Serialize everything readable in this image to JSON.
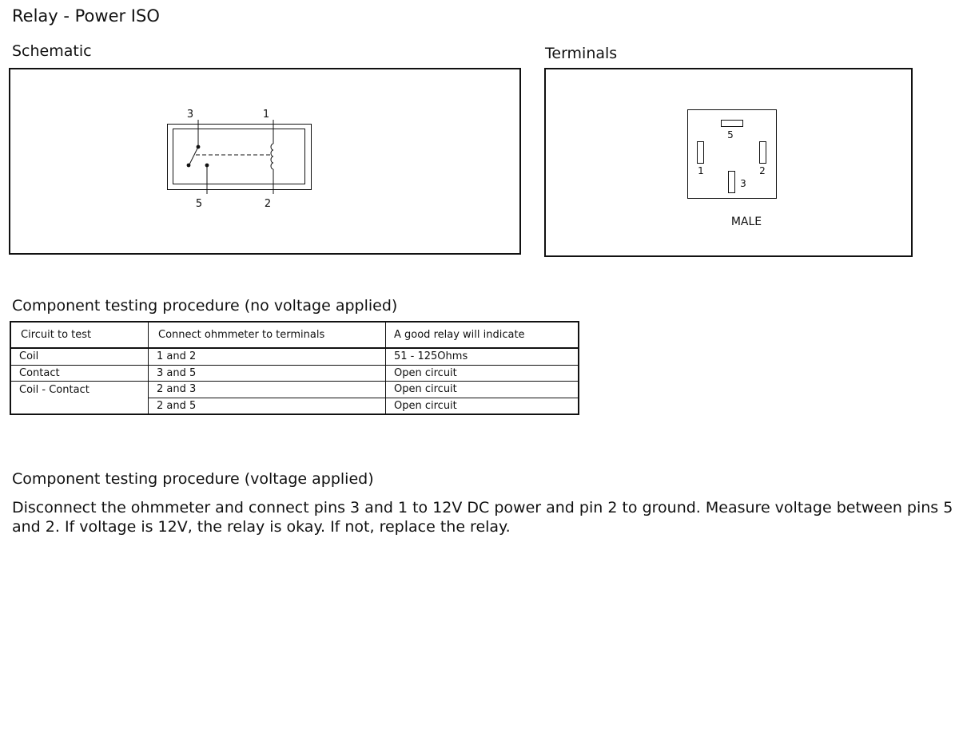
{
  "page": {
    "title": "Relay - Power ISO"
  },
  "schematic": {
    "heading": "Schematic",
    "pins": {
      "p3": "3",
      "p1": "1",
      "p5": "5",
      "p2": "2"
    }
  },
  "terminals": {
    "heading": "Terminals",
    "pins": {
      "p5": "5",
      "p1": "1",
      "p2": "2",
      "p3": "3"
    },
    "gender_label": "MALE"
  },
  "no_voltage_test": {
    "heading": "Component testing procedure (no voltage applied)",
    "columns": [
      "Circuit to test",
      "Connect ohmmeter to terminals",
      "A good relay will indicate"
    ],
    "rows": [
      [
        "Coil",
        "1 and 2",
        "51 - 125Ohms"
      ],
      [
        "Contact",
        "3 and 5",
        "Open circuit"
      ],
      [
        "Coil - Contact",
        "2 and 3",
        "Open circuit"
      ],
      [
        "",
        "2 and 5",
        "Open circuit"
      ]
    ]
  },
  "voltage_test": {
    "heading": "Component testing procedure (voltage applied)",
    "text": "Disconnect the ohmmeter and connect pins 3 and 1 to 12V DC power and pin 2 to ground. Measure voltage between pins 5 and 2. If voltage is 12V, the relay is okay. If not, replace the relay."
  }
}
